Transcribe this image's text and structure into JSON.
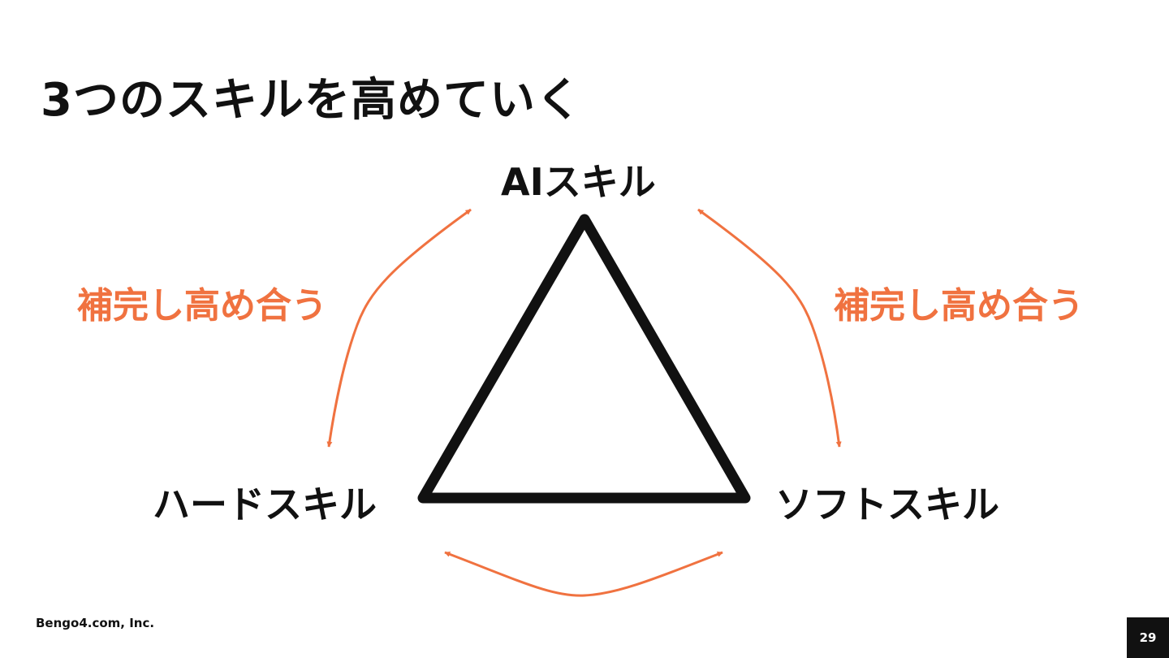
{
  "slide": {
    "title": "3つのスキルを高めていく"
  },
  "diagram": {
    "nodes": {
      "top": "AIスキル",
      "bottom_left": "ハードスキル",
      "bottom_right": "ソフトスキル"
    },
    "relations": {
      "left": "補完し高め合う",
      "right": "補完し高め合う"
    },
    "colors": {
      "triangle": "#111111",
      "arrow": "#f07240",
      "relation_text": "#f07240"
    }
  },
  "footer": {
    "company": "Bengo4.com, Inc.",
    "page_number": "29"
  }
}
